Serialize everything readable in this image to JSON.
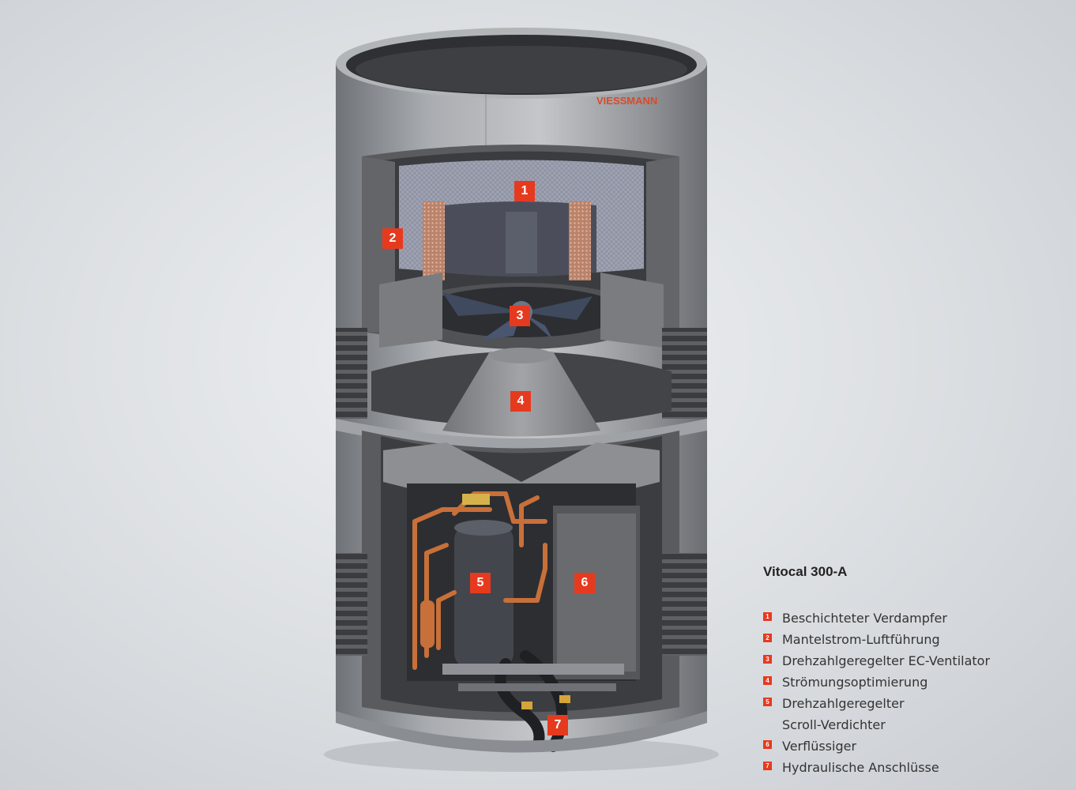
{
  "brand": "VIESSMANN",
  "markers": [
    "1",
    "2",
    "3",
    "4",
    "5",
    "6",
    "7"
  ],
  "legend": {
    "title": "Vitocal 300-A",
    "items": [
      {
        "num": "1",
        "text": "Beschichteter Verdampfer"
      },
      {
        "num": "2",
        "text": "Mantelstrom-Luftführung"
      },
      {
        "num": "3",
        "text": "Drehzahlgeregelter EC-Ventilator"
      },
      {
        "num": "4",
        "text": "Strömungsoptimierung"
      },
      {
        "num": "5",
        "text": "Drehzahlgeregelter",
        "text2": "Scroll-Verdichter"
      },
      {
        "num": "6",
        "text": "Verflüssiger"
      },
      {
        "num": "7",
        "text": "Hydraulische Anschlüsse"
      }
    ]
  },
  "colors": {
    "accent": "#e63a1f",
    "housing": "#9a9da1",
    "insulation": "#6d6e70",
    "copper": "#c8703a"
  }
}
